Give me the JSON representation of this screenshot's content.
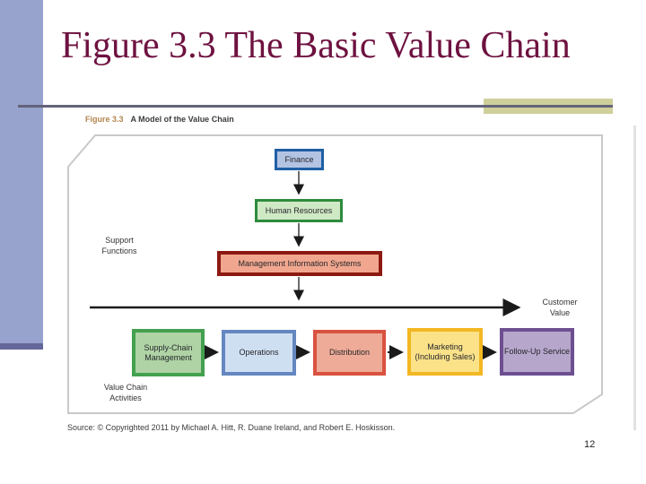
{
  "slide": {
    "title": "Figure 3.3 The Basic Value Chain",
    "page_number": "12",
    "accent_colors": {
      "sidebar": "#97a2cd",
      "sidebar_footer": "#65679a",
      "rule": "#63637a",
      "rule_accent": "#cfcf9b",
      "title_text": "#6e1240"
    }
  },
  "figure": {
    "caption_label": "Figure 3.3",
    "caption_text": "A Model of the Value Chain",
    "source": "Source: © Copyrighted 2011 by Michael A. Hitt, R. Duane Ireland, and Robert E. Hoskisson."
  },
  "diagram": {
    "support_functions_label": {
      "line1": "Support",
      "line2": "Functions"
    },
    "customer_value_label": {
      "line1": "Customer",
      "line2": "Value"
    },
    "value_chain_label": {
      "line1": "Value Chain",
      "line2": "Activities"
    },
    "support_boxes": [
      {
        "label": "Finance",
        "border": "#1f5fa5",
        "fill": "#b3c3e2"
      },
      {
        "label": "Human Resources",
        "border": "#2e8b3d",
        "fill": "#cfe9c5"
      },
      {
        "label": "Management Information Systems",
        "border": "#8c1a12",
        "fill": "#f1a78f"
      }
    ],
    "activity_boxes": [
      {
        "label": "Supply-Chain Management",
        "border": "#43a04f",
        "fill": "#afd3a5"
      },
      {
        "label": "Operations",
        "border": "#6587c1",
        "fill": "#cfdff2"
      },
      {
        "label": "Distribution",
        "border": "#d95240",
        "fill": "#eeab97"
      },
      {
        "label": "Marketing (Including Sales)",
        "border": "#f2b722",
        "fill": "#fbe289"
      },
      {
        "label": "Follow-Up Service",
        "border": "#6d4f91",
        "fill": "#b7a6cb"
      }
    ]
  }
}
